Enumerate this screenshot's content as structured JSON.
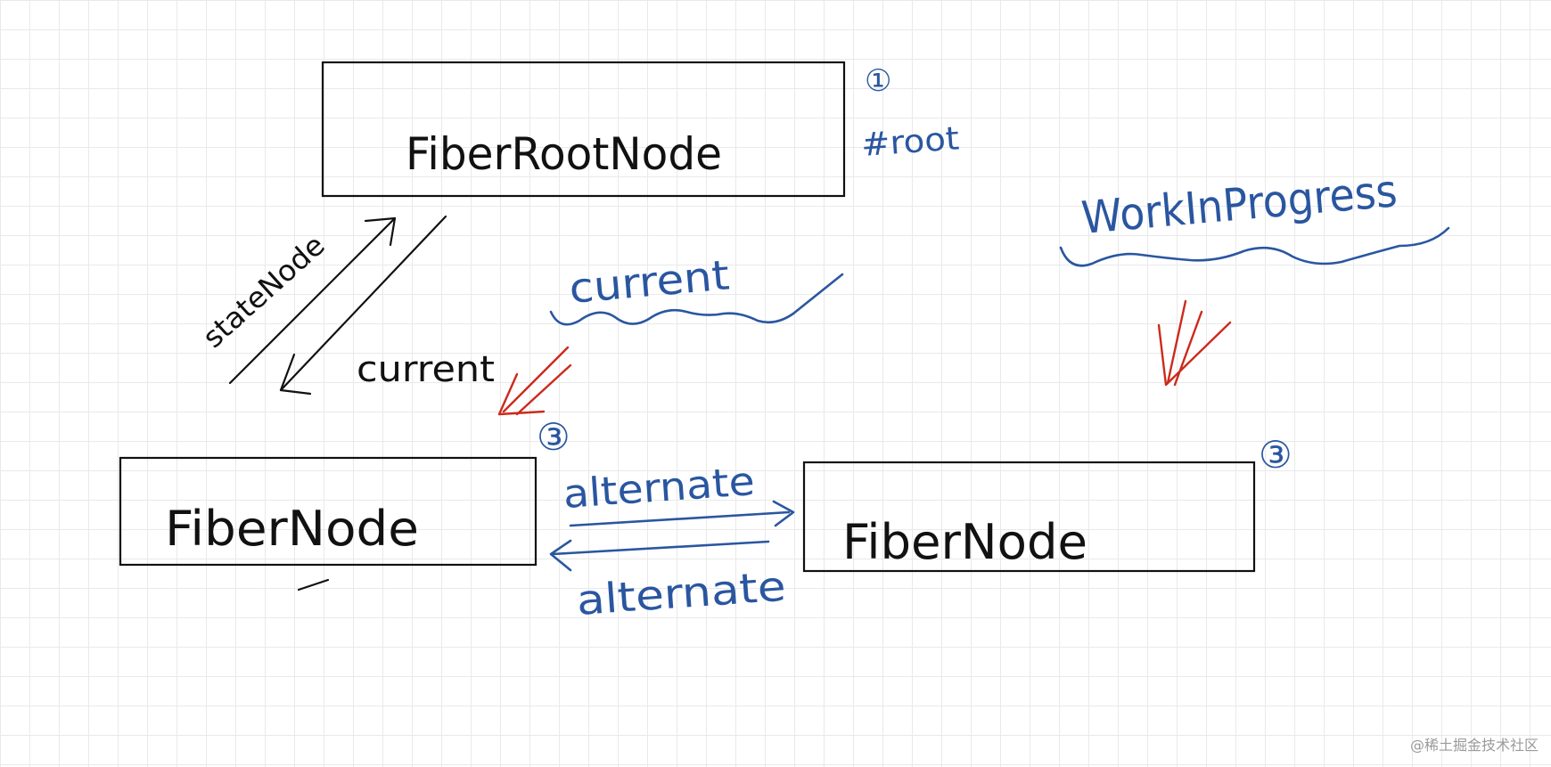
{
  "nodes": {
    "fiber_root": "FiberRootNode",
    "fiber_left": "FiberNode",
    "fiber_right": "FiberNode"
  },
  "markers": {
    "root_number": "①",
    "root_label": "#root",
    "left_number": "③",
    "right_number": "③"
  },
  "edges": {
    "state_node": "stateNode",
    "current_black": "current",
    "current_blue": "current",
    "alternate_top": "alternate",
    "alternate_bottom": "alternate"
  },
  "annotations": {
    "work_in_progress": "WorkInProgress"
  },
  "watermark": "@稀土掘金技术社区",
  "colors": {
    "ink_black": "#111111",
    "ink_blue": "#2a56a0",
    "ink_red": "#cc2a1c",
    "grid": "#e9e9e9"
  }
}
